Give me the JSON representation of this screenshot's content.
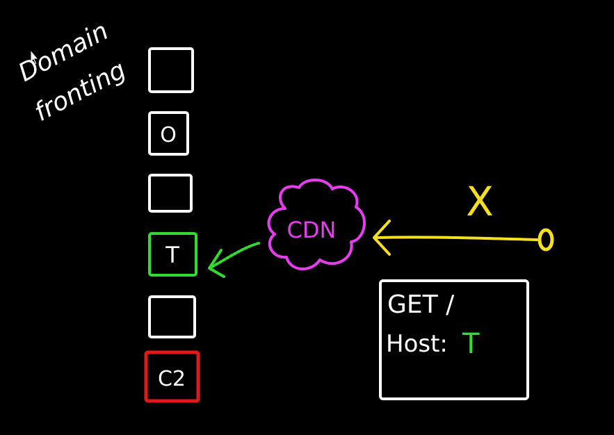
{
  "title": {
    "line1": "Domain",
    "line2": "fronting"
  },
  "boxes": [
    {
      "label": "",
      "color": "#ffffff"
    },
    {
      "label": "O",
      "color": "#ffffff"
    },
    {
      "label": "",
      "color": "#ffffff"
    },
    {
      "label": "T",
      "color": "#2fdc2f"
    },
    {
      "label": "",
      "color": "#ffffff"
    },
    {
      "label": "C2",
      "color": "#e01818"
    }
  ],
  "cdn": {
    "label": "CDN",
    "color": "#e83cf0"
  },
  "client": {
    "blocked_mark": "X",
    "color": "#f5e020"
  },
  "request": {
    "line1": "GET /",
    "host_label": "Host:",
    "host_value": "T",
    "host_value_color": "#2fdc2f"
  },
  "colors": {
    "background": "#000000",
    "white": "#ffffff",
    "green": "#2fdc2f",
    "yellow": "#f5e020",
    "magenta": "#e83cf0",
    "red": "#e01818"
  }
}
